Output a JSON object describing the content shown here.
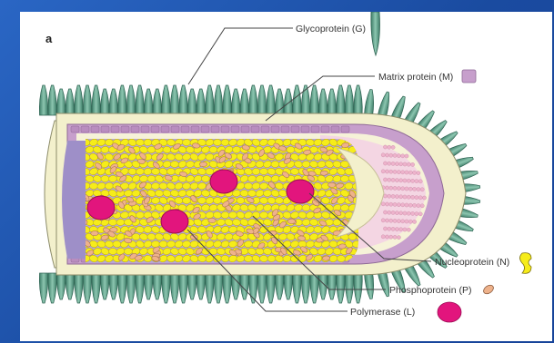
{
  "figure": {
    "panel_letter": "a",
    "labels": {
      "glycoprotein": "Glycoprotein (G)",
      "matrix": "Matrix protein (M)",
      "nucleoprotein": "Nucleoprotein (N)",
      "phosphoprotein": "Phosphoprotein (P)",
      "polymerase": "Polymerase (L)"
    },
    "colors": {
      "background_blue": "#1d51a8",
      "glycoprotein": "#6fae98",
      "glycoprotein_dark": "#3e7d68",
      "membrane_cream": "#f3f0cc",
      "matrix": "#c79fcc",
      "nucleocapsid_purple": "#9e8fc8",
      "nucleoprotein": "#f6ec1a",
      "phosphoprotein": "#eeb28b",
      "polymerase": "#e2157d",
      "tip_pink": "#f4d6e3"
    }
  }
}
